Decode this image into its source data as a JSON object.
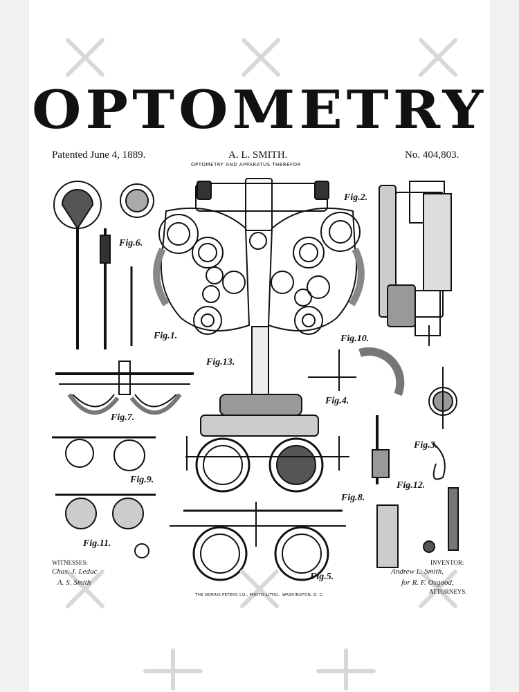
{
  "title": "OPTOMETRY",
  "header": {
    "patented": "Patented June 4, 1889.",
    "inventor_name": "A. L. SMITH.",
    "subtitle": "OPTOMETRY AND APPARATUS THEREFOR",
    "patent_no": "No. 404,803."
  },
  "figures": {
    "fig1": "Fig.1.",
    "fig2": "Fig.2.",
    "fig3": "Fig.3.",
    "fig4": "Fig.4.",
    "fig5": "Fig.5.",
    "fig6": "Fig.6.",
    "fig7": "Fig.7.",
    "fig8": "Fig.8.",
    "fig9": "Fig.9.",
    "fig10": "Fig.10.",
    "fig11": "Fig.11.",
    "fig12": "Fig.12.",
    "fig13": "Fig.13."
  },
  "footer": {
    "witnesses": "WITNESSES:",
    "inventor": "INVENTOR:",
    "attorneys": "ATTORNEYS.",
    "printer": "THE NORRIS PETERS CO., PHOTO-LITHO., WASHINGTON, D. C."
  },
  "signatures": {
    "witness_1": "Chas. J. Leduc",
    "witness_2": "A. S. Smith",
    "inventor_sig": "Andrew L. Smith,",
    "attorney_sig": "for R. F. Osgood,"
  },
  "watermark_icon": "x-watermark-icon",
  "colors": {
    "ink": "#111111",
    "paper": "#ffffff",
    "margin": "#f1f1f1"
  }
}
